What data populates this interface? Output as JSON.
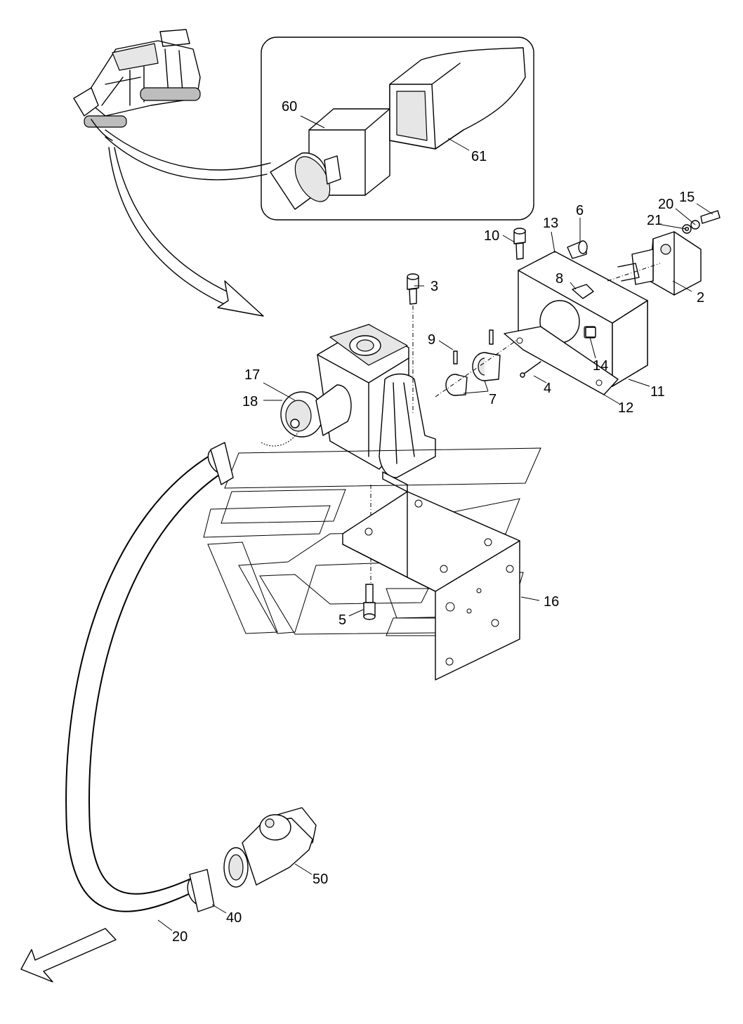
{
  "diagram": {
    "callouts": {
      "c60": "60",
      "c61": "61",
      "c6": "6",
      "c13": "13",
      "c10": "10",
      "c20a": "20",
      "c15": "15",
      "c21": "21",
      "c8": "8",
      "c2": "2",
      "c3": "3",
      "c9": "9",
      "c14": "14",
      "c17": "17",
      "c18": "18",
      "c7": "7",
      "c4": "4",
      "c11": "11",
      "c12": "12",
      "c16": "16",
      "c5": "5",
      "c50": "50",
      "c40": "40",
      "c20b": "20"
    }
  }
}
